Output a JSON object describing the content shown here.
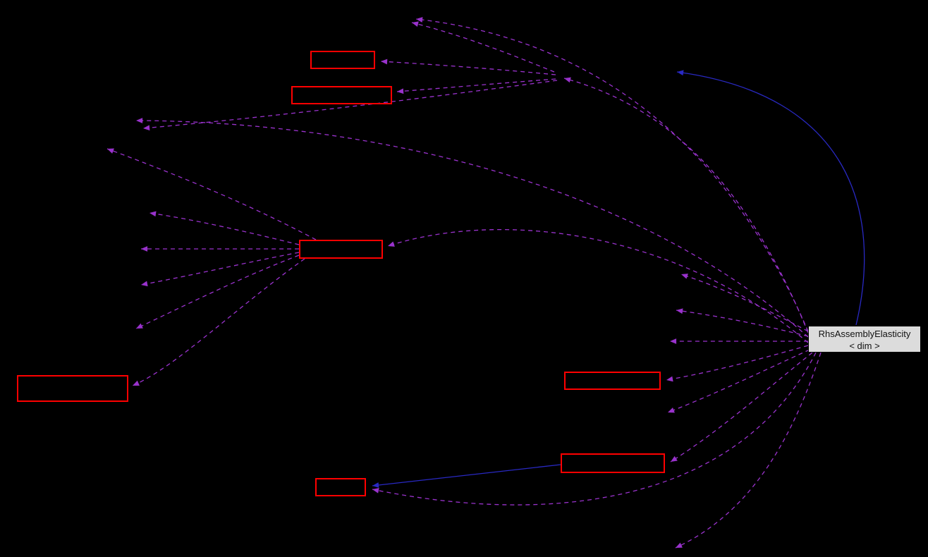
{
  "diagram": {
    "kind": "collaboration-graph",
    "main_node": {
      "label": "RhsAssemblyElasticity",
      "template_param": "< dim >"
    },
    "colors": {
      "background": "#000000",
      "usage_edge": "#9932cc",
      "inheritance_edge": "#2929c4",
      "linked_node_border": "#ff0000",
      "main_node_fill": "#dcdcdc",
      "main_node_border": "#000000",
      "main_node_text": "#111111"
    }
  }
}
